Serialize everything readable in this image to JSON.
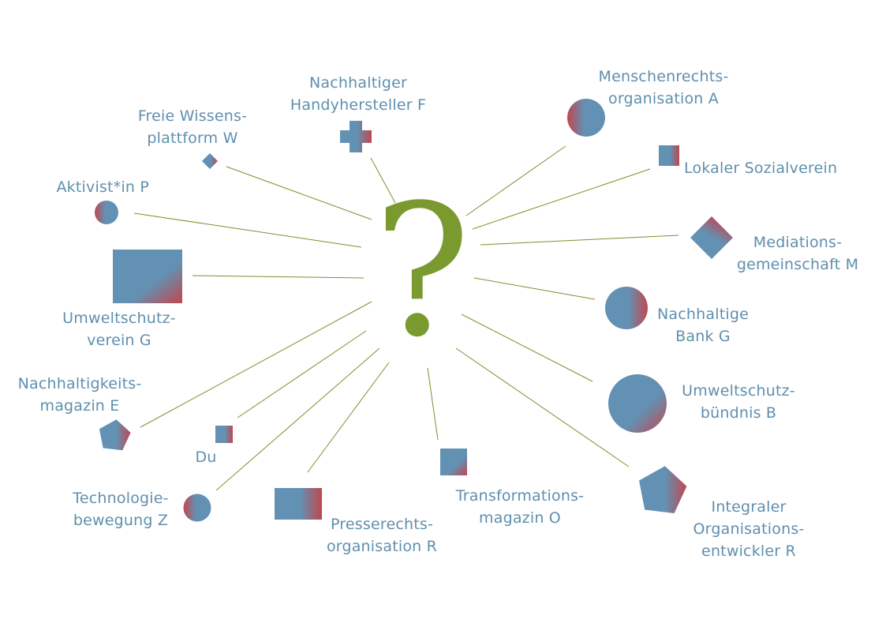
{
  "center_symbol": "?",
  "colors": {
    "shape_blue": "#6391b3",
    "shape_red": "#c0474f",
    "connector": "#7f8f2e",
    "question_mark": "#7a9a30",
    "label_text": "#5f8fae"
  },
  "nodes": [
    {
      "id": "aktivist",
      "label": "Aktivist*in P",
      "shape": "circle"
    },
    {
      "id": "wissen",
      "label": "Freie Wissens-\nplattform W",
      "shape": "diamond"
    },
    {
      "id": "handy",
      "label": "Nachhaltiger\nHandyhersteller F",
      "shape": "cross"
    },
    {
      "id": "menschenrechte",
      "label": "Menschenrechts-\norganisation A",
      "shape": "circle"
    },
    {
      "id": "sozial",
      "label": "Lokaler Sozialverein",
      "shape": "square"
    },
    {
      "id": "mediation",
      "label": "Mediations-\ngemeinschaft M",
      "shape": "diamond"
    },
    {
      "id": "bank",
      "label": "Nachhaltige\nBank G",
      "shape": "circle"
    },
    {
      "id": "buendnis",
      "label": "Umweltschutz-\nbündnis B",
      "shape": "circle"
    },
    {
      "id": "integral",
      "label": "Integraler\nOrganisations-\nentwickler R",
      "shape": "pentagon"
    },
    {
      "id": "transformation",
      "label": "Transformations-\nmagazin O",
      "shape": "square"
    },
    {
      "id": "presse",
      "label": "Presserechts-\norganisation R",
      "shape": "rectangle"
    },
    {
      "id": "technologie",
      "label": "Technologie-\nbewegung Z",
      "shape": "circle"
    },
    {
      "id": "du",
      "label": "Du",
      "shape": "square"
    },
    {
      "id": "magazin",
      "label": "Nachhaltigkeits-\nmagazin E",
      "shape": "pentagon"
    },
    {
      "id": "umweltverein",
      "label": "Umweltschutz-\nverein G",
      "shape": "square"
    }
  ]
}
